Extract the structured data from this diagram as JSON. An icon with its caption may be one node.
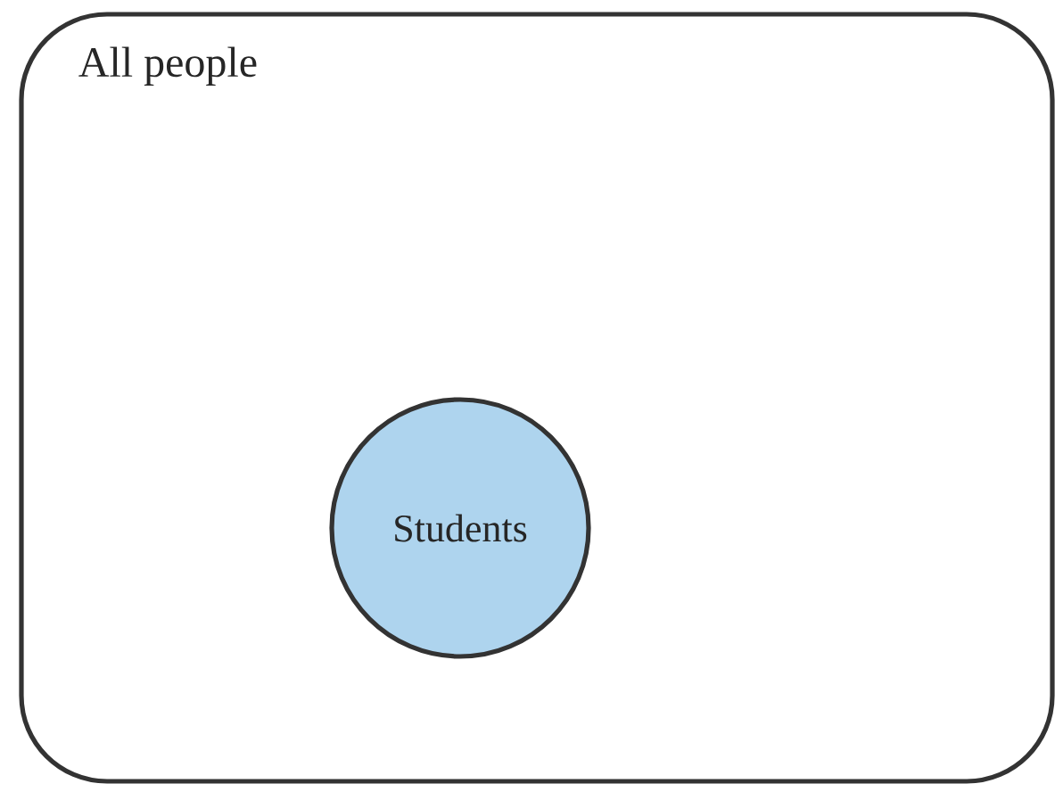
{
  "diagram": {
    "nodes": [
      {
        "text": [
          "All people"
        ]
      },
      {
        "text": [
          "Students"
        ],
        "in": 0
      }
    ]
  }
}
